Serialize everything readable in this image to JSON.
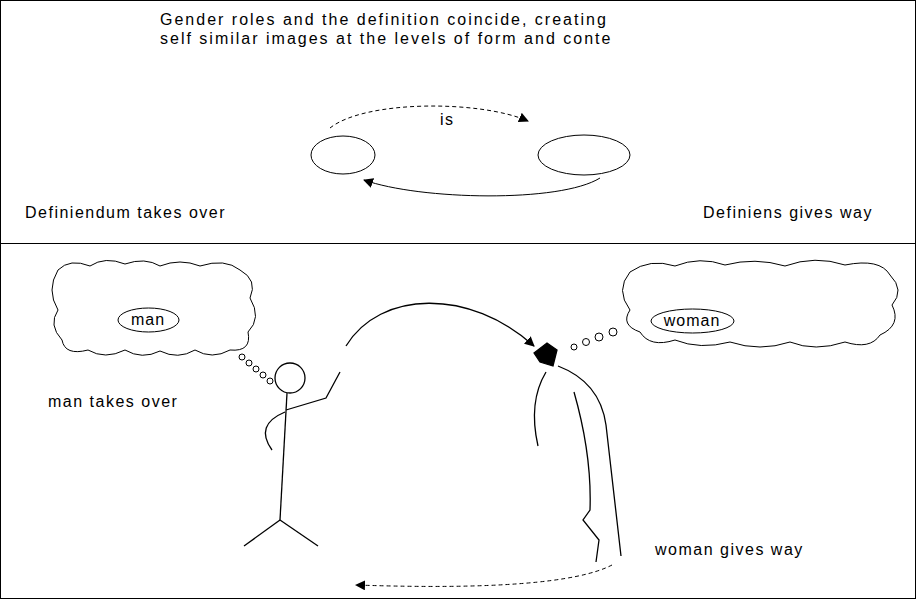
{
  "diagram": {
    "title": "Gender roles and the definition coincide, creating self similar images at the levels of form and conte",
    "nodes": [
      {
        "text": [
          "man"
        ]
      },
      {
        "text": [
          "woman"
        ]
      }
    ],
    "labels": [
      "is",
      "Definiendum takes over",
      "Definiens gives way",
      "man takes over",
      "woman gives way"
    ]
  }
}
